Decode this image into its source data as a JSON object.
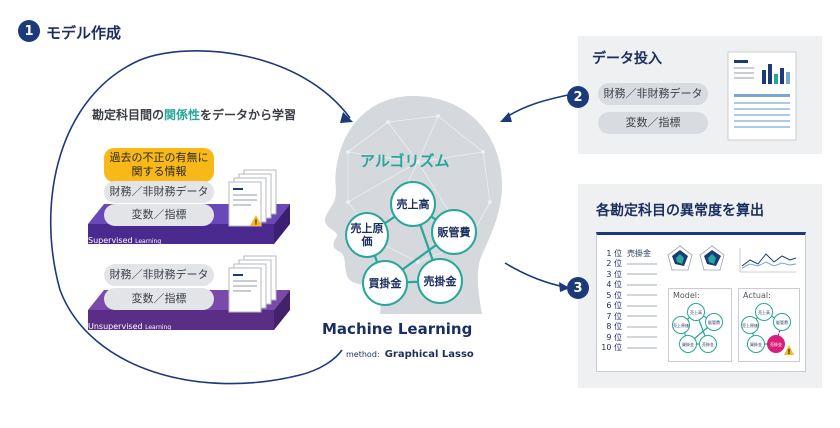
{
  "step1": {
    "number": "1",
    "title": "モデル作成"
  },
  "learning_caption": {
    "prefix": "勘定科目間の",
    "highlight": "関係性",
    "suffix": "をデータから学習"
  },
  "supervised": {
    "highlight_pill": "過去の不正の有無に関する情報",
    "pill_financial": "財務／非財務データ",
    "pill_variables": "変数／指標",
    "platform_label": "Supervised",
    "platform_sub": "Learning"
  },
  "unsupervised": {
    "pill_financial": "財務／非財務データ",
    "pill_variables": "変数／指標",
    "platform_label": "Unsupervised",
    "platform_sub": "Learning"
  },
  "algorithm": {
    "title": "アルゴリズム",
    "nodes": {
      "sales": "売上高",
      "cogs": "売上原価",
      "sga": "販管費",
      "payables": "買掛金",
      "receivables": "売掛金"
    },
    "ml_title": "Machine Learning",
    "method_prefix": "method:",
    "method_name": "Graphical Lasso"
  },
  "step2": {
    "number": "2",
    "title": "データ投入",
    "pill_financial": "財務／非財務データ",
    "pill_variables": "変数／指標"
  },
  "step3": {
    "number": "3",
    "title": "各勘定科目の異常度を算出",
    "ranks": [
      "1 位",
      "2 位",
      "3 位",
      "4 位",
      "5 位",
      "6 位",
      "7 位",
      "8 位",
      "9 位",
      "10 位"
    ],
    "top_item": "売掛金",
    "model_label": "Model:",
    "actual_label": "Actual:",
    "mini_nodes": {
      "sales": "売上高",
      "cogs": "売上原価",
      "sga": "販管費",
      "payables": "買掛金",
      "receivables": "売掛金"
    }
  },
  "colors": {
    "navy": "#1b3a7a",
    "teal": "#27a79a",
    "purple": "#4b2a8f",
    "amber": "#f7b818",
    "pink": "#d61f7a"
  }
}
